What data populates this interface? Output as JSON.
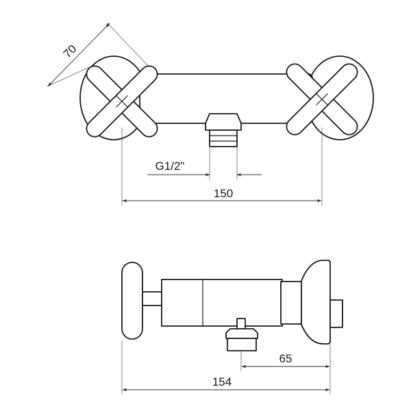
{
  "top_view": {
    "dim_handle_diameter": "70",
    "dim_thread": "G1/2\"",
    "dim_center_distance": "150"
  },
  "side_view": {
    "dim_outlet_offset": "65",
    "dim_total_depth": "154"
  },
  "colors": {
    "line": "#1a1a1a",
    "background": "#ffffff"
  }
}
